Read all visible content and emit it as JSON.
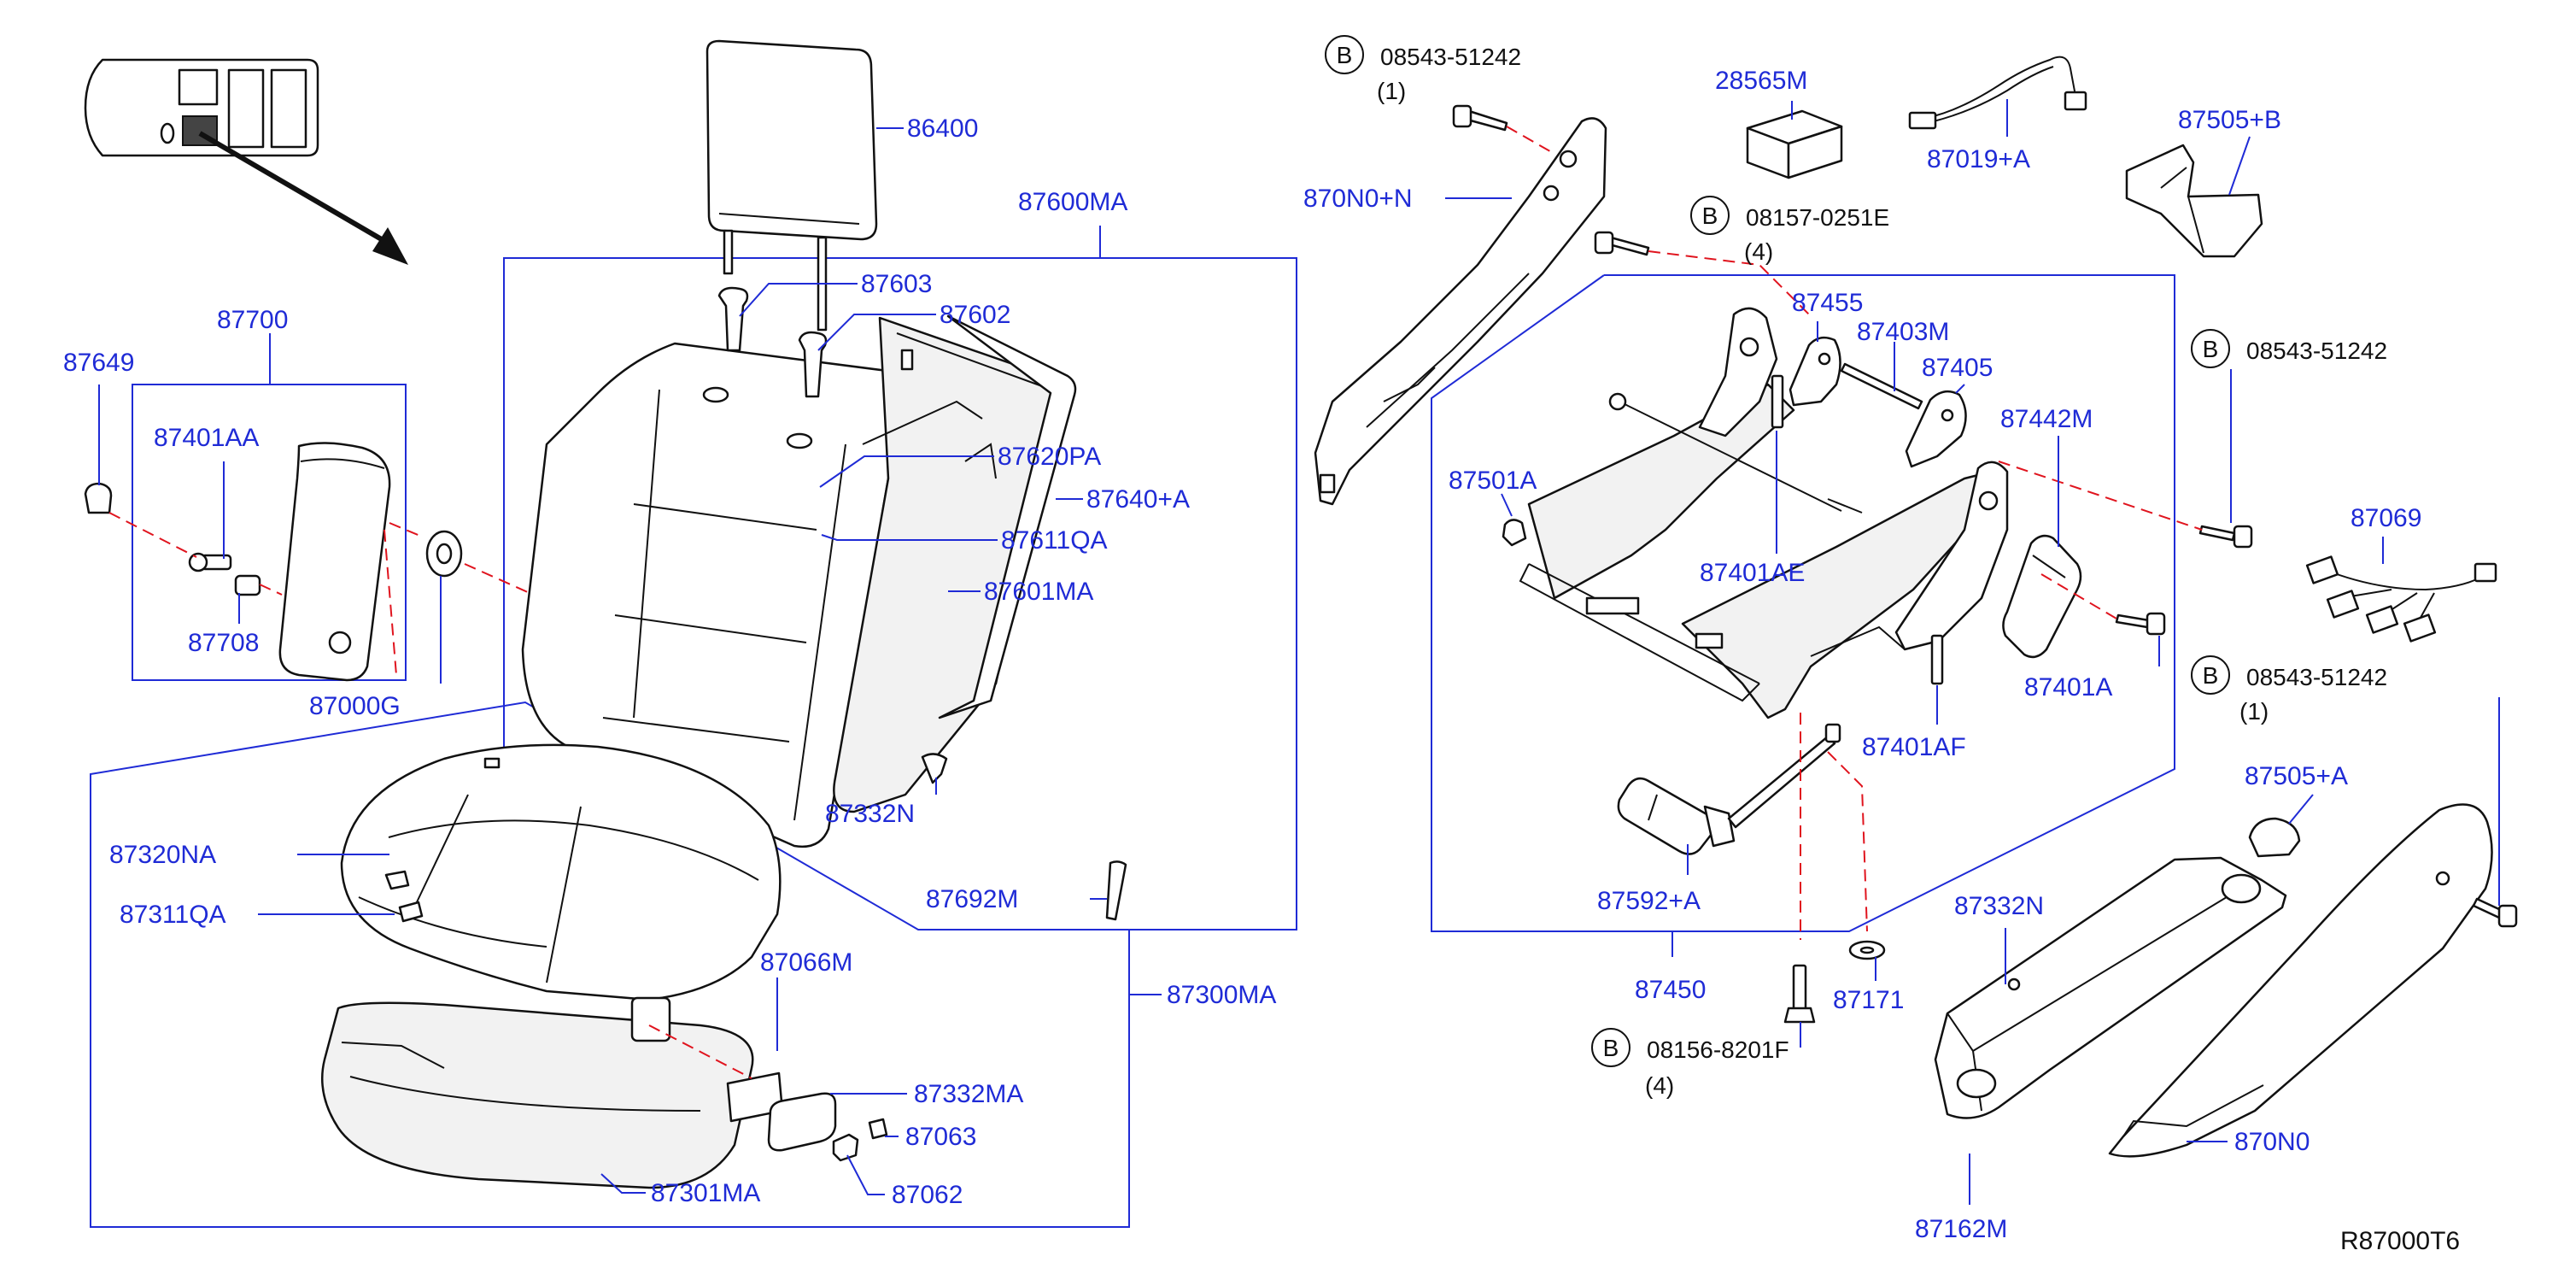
{
  "diagram_ref": "R87000T6",
  "callouts": [
    {
      "id": "86400",
      "label": "86400"
    },
    {
      "id": "87600MA",
      "label": "87600MA"
    },
    {
      "id": "87603",
      "label": "87603"
    },
    {
      "id": "87602",
      "label": "87602"
    },
    {
      "id": "87620PA",
      "label": "87620PA"
    },
    {
      "id": "87640A",
      "label": "87640+A"
    },
    {
      "id": "87611QA",
      "label": "87611QA"
    },
    {
      "id": "87601MA",
      "label": "87601MA"
    },
    {
      "id": "87332N_a",
      "label": "87332N"
    },
    {
      "id": "87692M",
      "label": "87692M"
    },
    {
      "id": "87300MA",
      "label": "87300MA"
    },
    {
      "id": "87700",
      "label": "87700"
    },
    {
      "id": "87649",
      "label": "87649"
    },
    {
      "id": "87401AA",
      "label": "87401AA"
    },
    {
      "id": "87708",
      "label": "87708"
    },
    {
      "id": "87000G",
      "label": "87000G"
    },
    {
      "id": "87320NA",
      "label": "87320NA"
    },
    {
      "id": "87311QA",
      "label": "87311QA"
    },
    {
      "id": "87066M",
      "label": "87066M"
    },
    {
      "id": "87332MA",
      "label": "87332MA"
    },
    {
      "id": "87063",
      "label": "87063"
    },
    {
      "id": "87062",
      "label": "87062"
    },
    {
      "id": "87301MA",
      "label": "87301MA"
    },
    {
      "id": "870N0N",
      "label": "870N0+N"
    },
    {
      "id": "28565M",
      "label": "28565M"
    },
    {
      "id": "87019A",
      "label": "87019+A"
    },
    {
      "id": "87505B",
      "label": "87505+B"
    },
    {
      "id": "87455",
      "label": "87455"
    },
    {
      "id": "87403M",
      "label": "87403M"
    },
    {
      "id": "87405",
      "label": "87405"
    },
    {
      "id": "87442M",
      "label": "87442M"
    },
    {
      "id": "87501A",
      "label": "87501A"
    },
    {
      "id": "87401AE",
      "label": "87401AE"
    },
    {
      "id": "87401A",
      "label": "87401A"
    },
    {
      "id": "87401AF",
      "label": "87401AF"
    },
    {
      "id": "87069",
      "label": "87069"
    },
    {
      "id": "87592A",
      "label": "87592+A"
    },
    {
      "id": "87450",
      "label": "87450"
    },
    {
      "id": "87171",
      "label": "87171"
    },
    {
      "id": "87505A",
      "label": "87505+A"
    },
    {
      "id": "87332N_b",
      "label": "87332N"
    },
    {
      "id": "870N0",
      "label": "870N0"
    },
    {
      "id": "87162M",
      "label": "87162M"
    }
  ],
  "bolt_callouts": [
    {
      "id": "b1",
      "badge": "B",
      "part": "08543-51242",
      "qty": "(1)"
    },
    {
      "id": "b2",
      "badge": "B",
      "part": "08157-0251E",
      "qty": "(4)"
    },
    {
      "id": "b3",
      "badge": "B",
      "part": "08543-51242",
      "qty": ""
    },
    {
      "id": "b4",
      "badge": "B",
      "part": "08543-51242",
      "qty": "(1)"
    },
    {
      "id": "b5",
      "badge": "B",
      "part": "08156-8201F",
      "qty": "(4)"
    }
  ]
}
